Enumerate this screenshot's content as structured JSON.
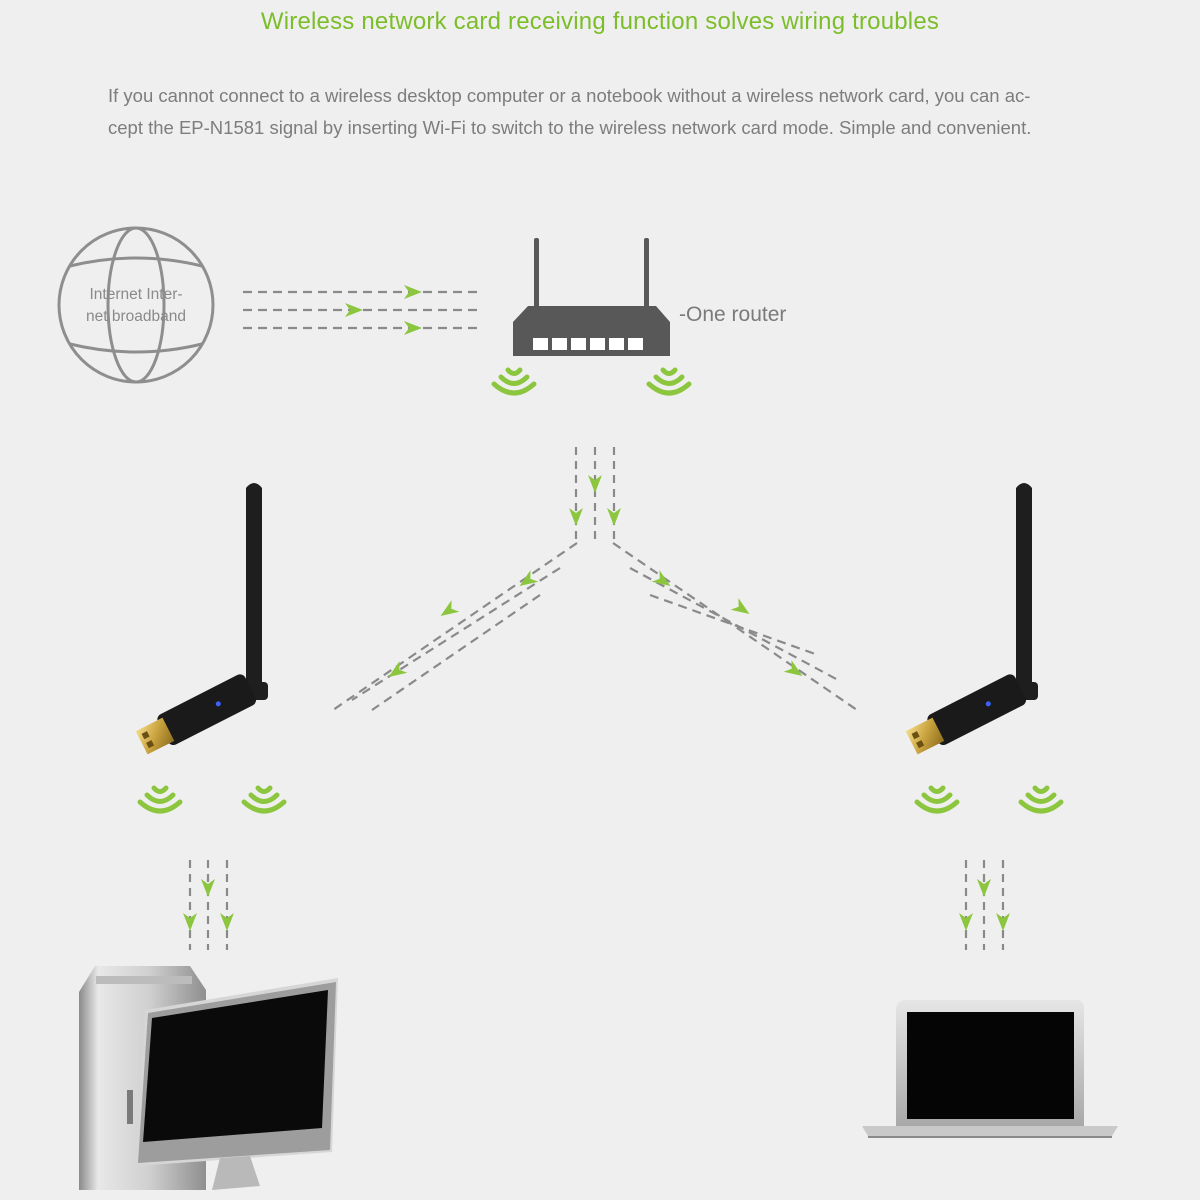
{
  "header": {
    "title": "Wireless network card receiving function solves wiring troubles",
    "description_line1": "If you cannot connect to a wireless desktop computer or a notebook without a wireless network card, you can ac-",
    "description_line2": "cept the EP-N1581 signal by inserting Wi-Fi to switch to the wireless network card mode. Simple and convenient."
  },
  "diagram": {
    "internet_label_line1": "Internet Inter-",
    "internet_label_line2": "net broadband",
    "router_label": "-One router"
  },
  "colors": {
    "accent_green": "#8cc63f",
    "title_green": "#7cbd2a",
    "text_gray": "#7d7d7d",
    "device_dark": "#575757",
    "background": "#efefef"
  },
  "icons": [
    "globe-icon",
    "router-icon",
    "wifi-signal-icon",
    "usb-wifi-adapter-icon",
    "desktop-computer-icon",
    "laptop-icon",
    "arrow-icon"
  ]
}
